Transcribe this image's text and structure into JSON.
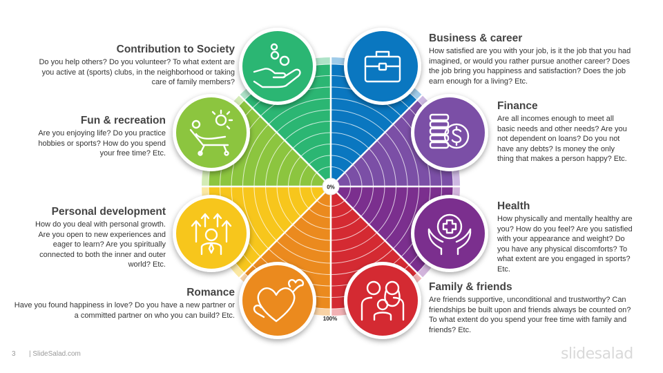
{
  "center_label": "0%",
  "outer_label": "100%",
  "segments": [
    {
      "title": "Business & career",
      "icon": "briefcase-icon",
      "color": "#0a77c0",
      "light": "#9fcbe9",
      "text": "How satisfied are you with your job, is it the job that you had imagined, or would you rather pursue another career? Does the job bring you happiness and satisfaction? Does the job earn enough for a living? Etc."
    },
    {
      "title": "Finance",
      "icon": "coins-dollar-icon",
      "color": "#7b4fa6",
      "light": "#cdb8e2",
      "text": "Are all incomes enough to meet all basic needs and other needs? Are you not dependent on loans? Do you not have any debts? Is money the only thing that makes a person happy? Etc."
    },
    {
      "title": "Health",
      "icon": "hands-medical-cross-icon",
      "color": "#7b2f8e",
      "light": "#d2b4dc",
      "text": "How physically and mentally healthy are you? How do you feel? Are you satisfied with your appearance and weight? Do you have any physical discomforts? To what extent are you engaged in sports? Etc."
    },
    {
      "title": "Family & friends",
      "icon": "family-icon",
      "color": "#d42a32",
      "light": "#f2b1b4",
      "text": "Are friends supportive, unconditional and trustworthy? Can friendships be built upon and friends always be counted on? To what extent do you spend your free time with family and friends? Etc."
    },
    {
      "title": "Romance",
      "icon": "hearts-icon",
      "color": "#eb8a1e",
      "light": "#f8d2a5",
      "text": "Have you found happiness in love? Do you have a new partner or a committed partner on who you can build? Etc."
    },
    {
      "title": "Personal development",
      "icon": "growth-person-icon",
      "color": "#f7c61c",
      "light": "#fbe8a3",
      "text": "How do you deal with personal growth. Are you open to new experiences and eager to learn? Are you spiritually connected to both the inner and outer world? Etc."
    },
    {
      "title": "Fun & recreation",
      "icon": "sunbed-icon",
      "color": "#8cc53f",
      "light": "#d3ebb5",
      "text": "Are you enjoying life? Do you practice hobbies or sports? How do you spend your free time? Etc."
    },
    {
      "title": "Contribution to Society",
      "icon": "giving-hand-coins-icon",
      "color": "#2bb673",
      "light": "#aee3c8",
      "text": "Do you help others? Do you volunteer? To what extent are you active at (sports) clubs, in the neighborhood or taking care of family members?"
    }
  ],
  "footer": {
    "page": "3",
    "site": "| SlideSalad.com",
    "brand": "slidesalad"
  }
}
